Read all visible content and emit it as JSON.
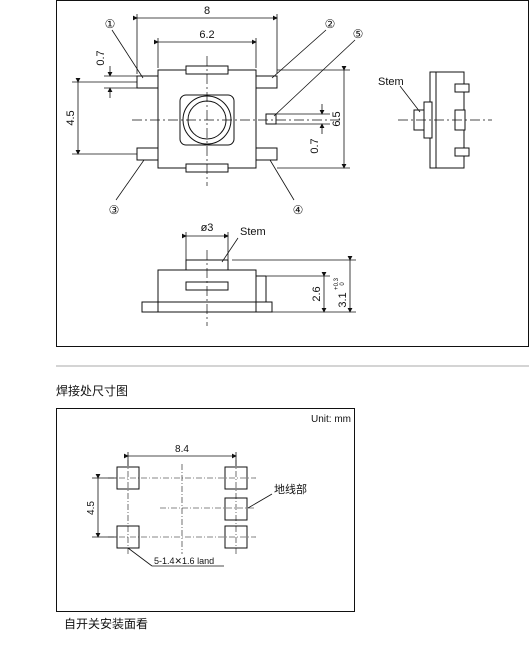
{
  "top_drawing": {
    "dims": {
      "width_8": "8",
      "width_6_2": "6.2",
      "height_6_5": "6.5",
      "height_4_5": "4.5",
      "pin_0_7_a": "0.7",
      "pin_0_7_b": "0.7"
    },
    "markers": [
      "①",
      "②",
      "③",
      "④",
      "⑤"
    ],
    "stem_label_side": "Stem",
    "stem_label_front": "Stem",
    "dia": "ø3",
    "dim_2_6": "2.6",
    "dim_3_1": "3.1",
    "dim_3_1_tol_top": "+0.3",
    "dim_3_1_tol_bottom": "0"
  },
  "captions": {
    "solder_section_title": "焊接处尺寸图",
    "install_view_caption": "自开关安装面看"
  },
  "land_drawing": {
    "unit_label": "Unit: mm",
    "dim_8_4": "8.4",
    "dim_4_5": "4.5",
    "ground_label": "地线部",
    "land_label": "5-1.4✕1.6 land"
  }
}
